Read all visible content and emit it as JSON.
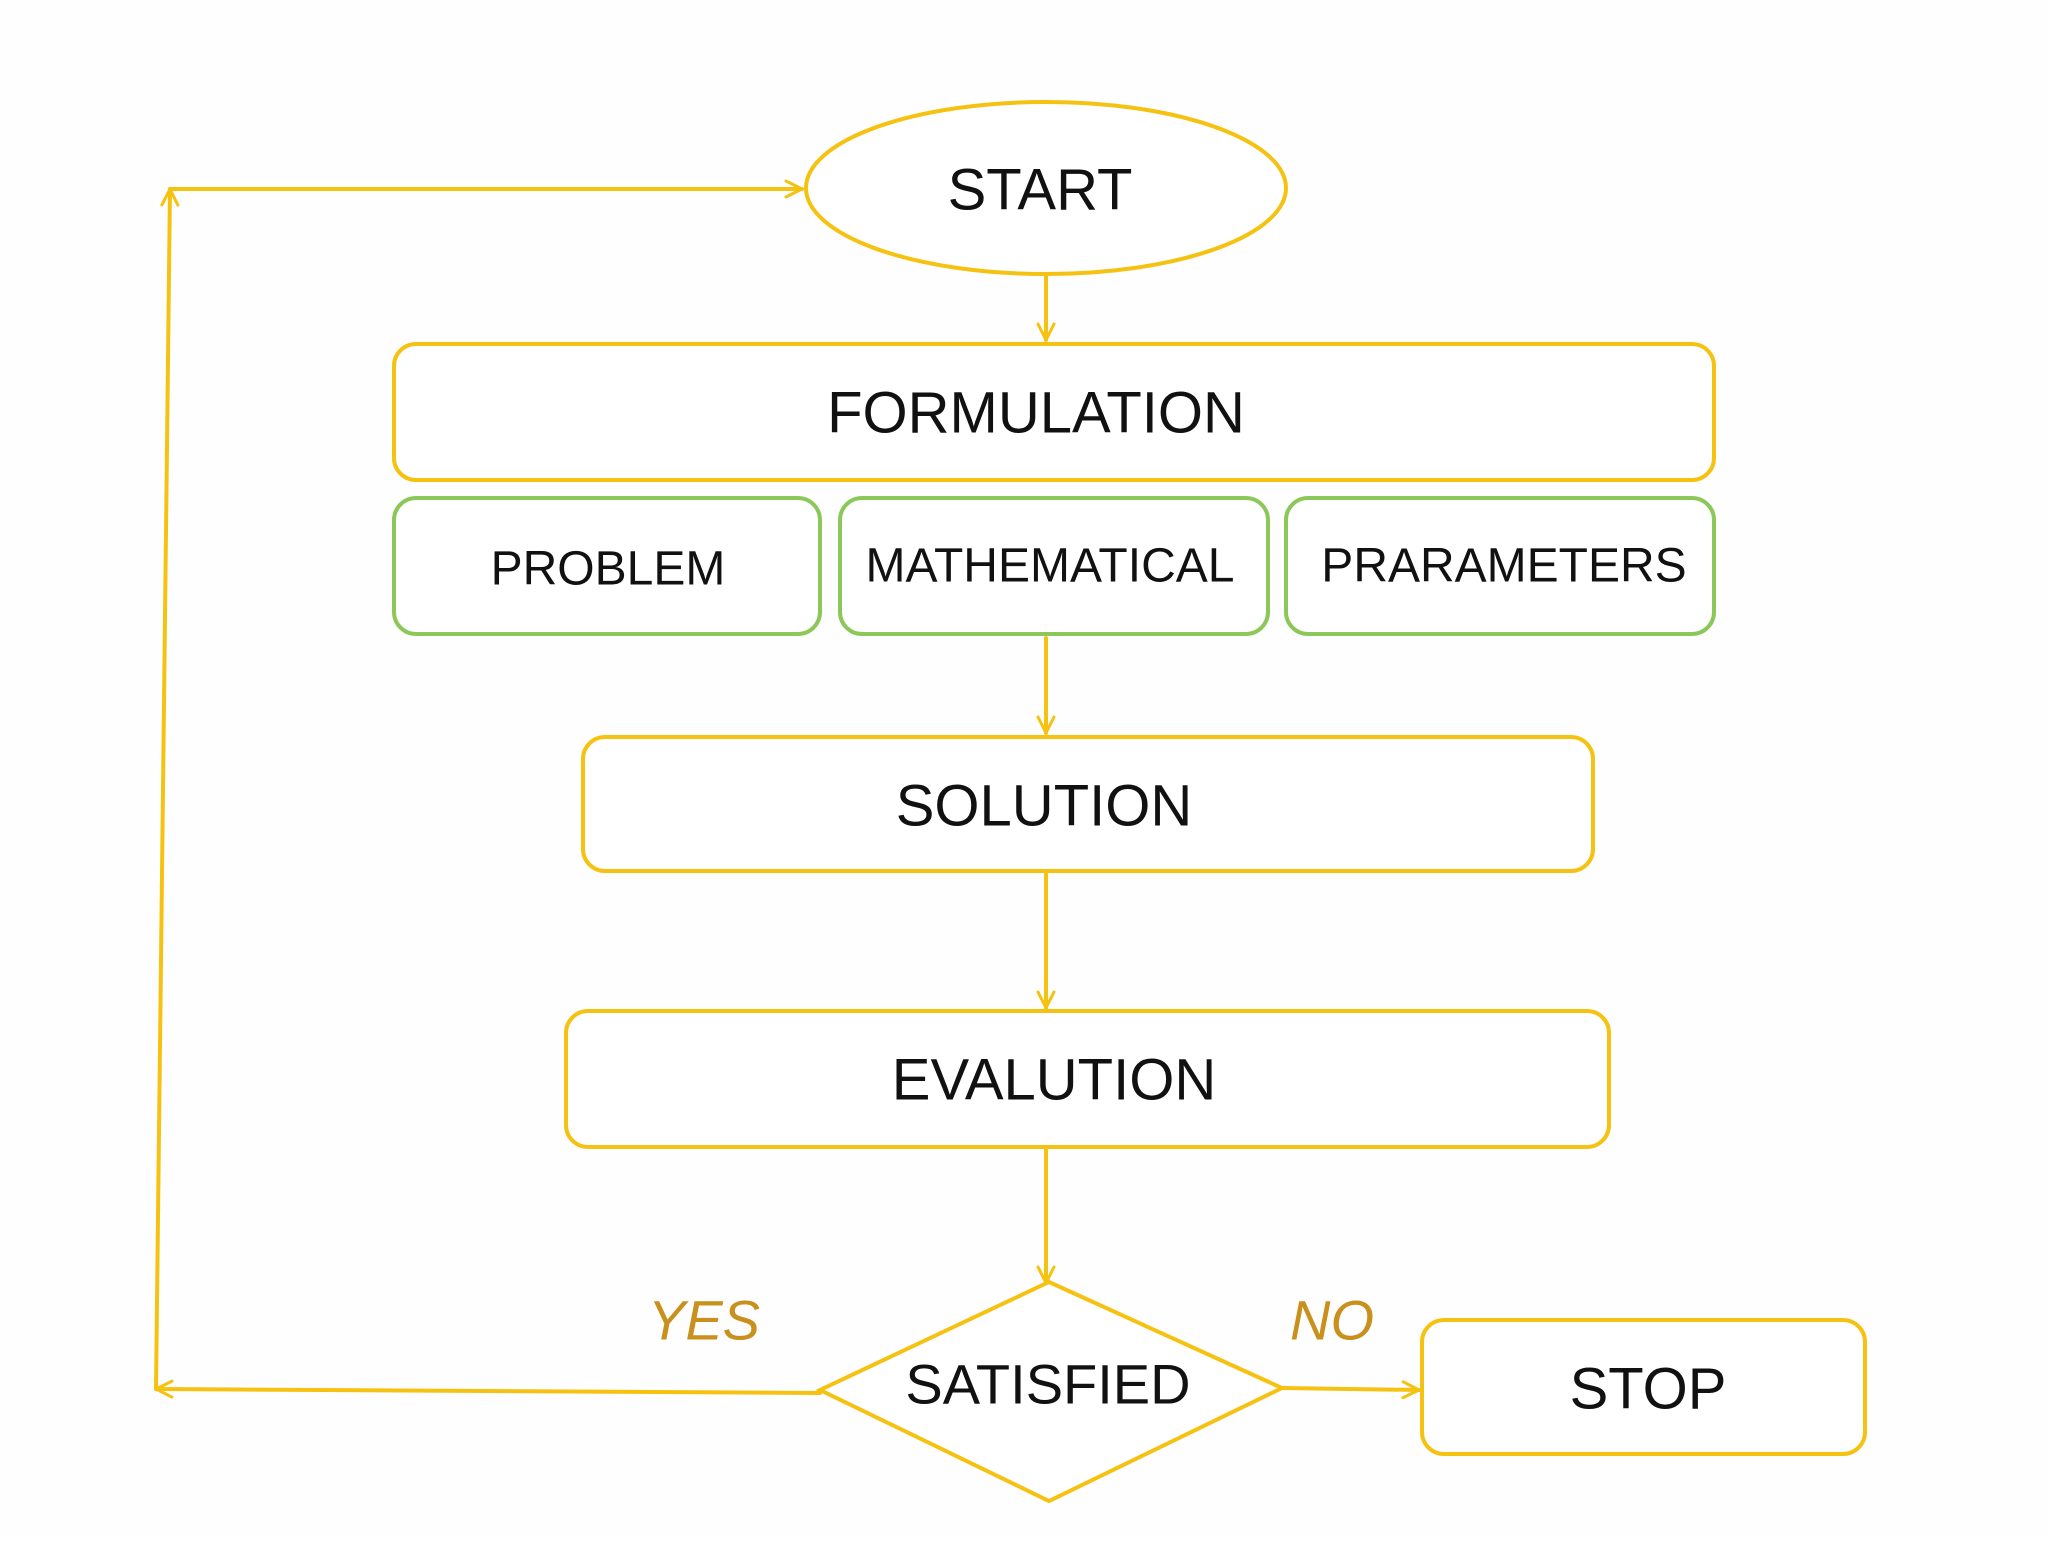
{
  "colors": {
    "flow_line": "#f5c211",
    "sub_step_border": "#8cc859",
    "branch_label": "#c8901c",
    "node_text": "#111111",
    "background": "#fefefe"
  },
  "nodes": {
    "start": "START",
    "formulation": "FORMULATION",
    "problem": "PROBLEM",
    "mathematical": "MATHEMATICAL",
    "parameters": "PRARAMETERS",
    "solution": "SOLUTION",
    "evaluation": "EVALUTION",
    "decision": "SATISFIED",
    "stop": "STOP"
  },
  "branches": {
    "yes": "YES",
    "no": "NO"
  }
}
